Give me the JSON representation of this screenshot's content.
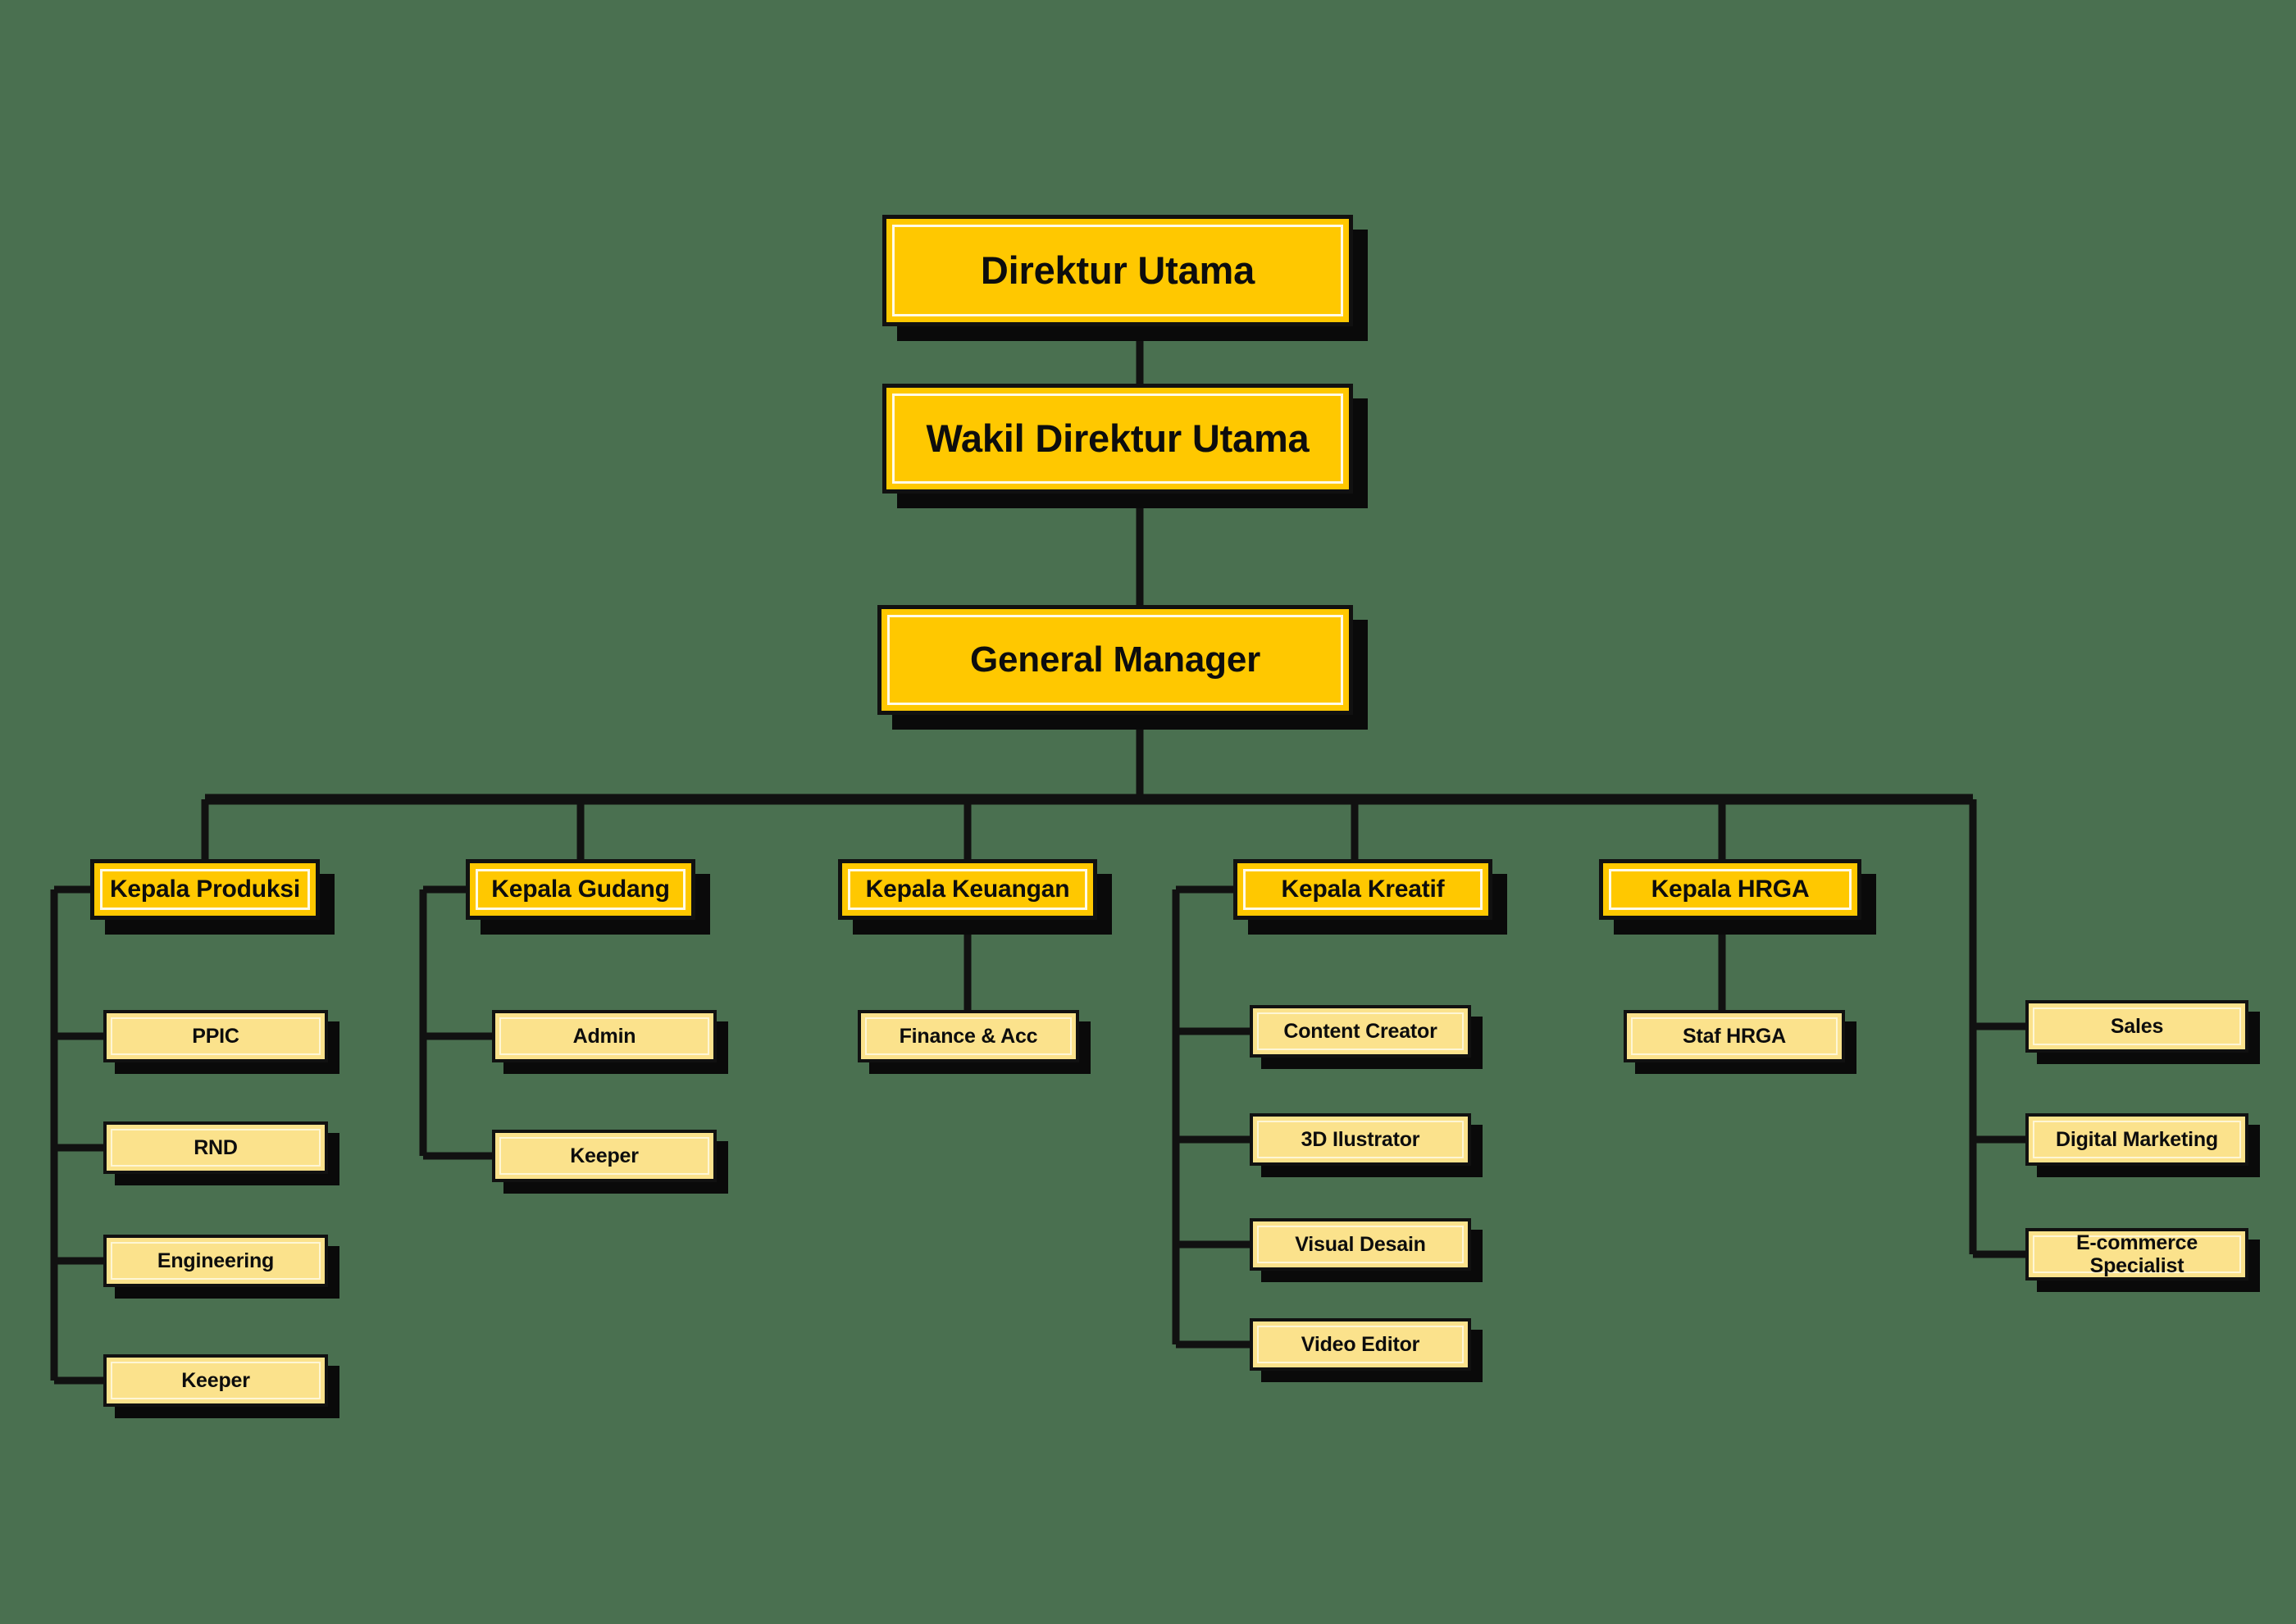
{
  "meta": {
    "title": "Struktur Organisasi",
    "background_color": "#4a7050",
    "head_fill_color": "#FFC800",
    "leaf_fill_color": "#FBE28C",
    "border_color": "#111111",
    "shadow_color": "#0a0a0a",
    "inner_border_color": "#FFFBE8",
    "text_color": "#0d0d0d"
  },
  "chart_data": {
    "type": "diagram",
    "diagram_type": "organizational-chart",
    "orientation": "top-down",
    "levels": 4,
    "node_count": 21,
    "nodes": [
      {
        "id": "direktur-utama",
        "label": "Direktur Utama",
        "level": 1,
        "parent": null,
        "style": "head"
      },
      {
        "id": "wakil-direktur-utama",
        "label": "Wakil Direktur Utama",
        "level": 2,
        "parent": "direktur-utama",
        "style": "head"
      },
      {
        "id": "general-manager",
        "label": "General Manager",
        "level": 3,
        "parent": "wakil-direktur-utama",
        "style": "head"
      },
      {
        "id": "kepala-produksi",
        "label": "Kepala Produksi",
        "level": 4,
        "parent": "general-manager",
        "style": "head"
      },
      {
        "id": "kepala-gudang",
        "label": "Kepala Gudang",
        "level": 4,
        "parent": "general-manager",
        "style": "head"
      },
      {
        "id": "kepala-keuangan",
        "label": "Kepala Keuangan",
        "level": 4,
        "parent": "general-manager",
        "style": "head"
      },
      {
        "id": "kepala-kreatif",
        "label": "Kepala Kreatif",
        "level": 4,
        "parent": "general-manager",
        "style": "head"
      },
      {
        "id": "kepala-hrga",
        "label": "Kepala HRGA",
        "level": 4,
        "parent": "general-manager",
        "style": "head"
      },
      {
        "id": "ppic",
        "label": "PPIC",
        "level": 5,
        "parent": "kepala-produksi",
        "style": "leaf"
      },
      {
        "id": "rnd",
        "label": "RND",
        "level": 5,
        "parent": "kepala-produksi",
        "style": "leaf"
      },
      {
        "id": "engineering",
        "label": "Engineering",
        "level": 5,
        "parent": "kepala-produksi",
        "style": "leaf"
      },
      {
        "id": "keeper-produksi",
        "label": "Keeper",
        "level": 5,
        "parent": "kepala-produksi",
        "style": "leaf"
      },
      {
        "id": "admin",
        "label": "Admin",
        "level": 5,
        "parent": "kepala-gudang",
        "style": "leaf"
      },
      {
        "id": "keeper-gudang",
        "label": "Keeper",
        "level": 5,
        "parent": "kepala-gudang",
        "style": "leaf"
      },
      {
        "id": "finance-acc",
        "label": "Finance & Acc",
        "level": 5,
        "parent": "kepala-keuangan",
        "style": "leaf"
      },
      {
        "id": "content-creator",
        "label": "Content Creator",
        "level": 5,
        "parent": "kepala-kreatif",
        "style": "leaf"
      },
      {
        "id": "3d-ilustrator",
        "label": "3D Ilustrator",
        "level": 5,
        "parent": "kepala-kreatif",
        "style": "leaf"
      },
      {
        "id": "visual-desain",
        "label": "Visual Desain",
        "level": 5,
        "parent": "kepala-kreatif",
        "style": "leaf"
      },
      {
        "id": "video-editor",
        "label": "Video Editor",
        "level": 5,
        "parent": "kepala-kreatif",
        "style": "leaf"
      },
      {
        "id": "sales",
        "label": "Sales",
        "level": 5,
        "parent": "general-manager",
        "style": "leaf"
      },
      {
        "id": "digital-marketing",
        "label": "Digital Marketing",
        "level": 5,
        "parent": "general-manager",
        "style": "leaf"
      },
      {
        "id": "e-commerce-specialist",
        "label": "E-commerce Specialist",
        "level": 5,
        "parent": "general-manager",
        "style": "leaf"
      }
    ]
  },
  "tiers": {
    "executive": {
      "direktur_utama": "Direktur Utama",
      "wakil_direktur_utama": "Wakil Direktur Utama",
      "general_manager": "General Manager"
    },
    "departments": {
      "produksi": "Kepala Produksi",
      "gudang": "Kepala Gudang",
      "keuangan": "Kepala Keuangan",
      "kreatif": "Kepala Kreatif",
      "hrga": "Kepala HRGA"
    },
    "staff": {
      "ppic": "PPIC",
      "rnd": "RND",
      "engineering": "Engineering",
      "keeper_produksi": "Keeper",
      "admin": "Admin",
      "keeper_gudang": "Keeper",
      "finance_acc": "Finance & Acc",
      "content_creator": "Content Creator",
      "ilustrator_3d": "3D Ilustrator",
      "visual_desain": "Visual Desain",
      "video_editor": "Video Editor",
      "staf_hrga": "Staf HRGA",
      "sales": "Sales",
      "digital_marketing": "Digital Marketing",
      "ecommerce_specialist": "E-commerce Specialist"
    }
  }
}
